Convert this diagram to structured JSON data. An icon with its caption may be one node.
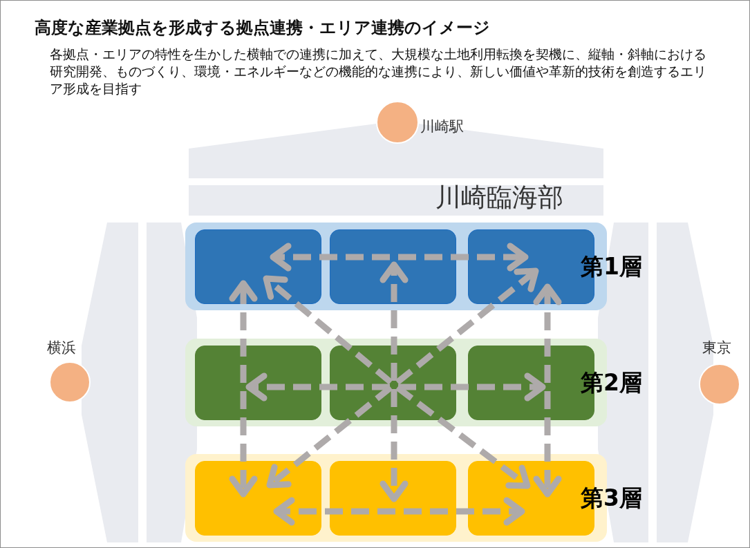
{
  "diagram": {
    "title": "高度な産業拠点を形成する拠点連携・エリア連携のイメージ",
    "caption": "各拠点・エリアの特性を生かした横軸での連携に加えて、大規模な土地利用転換を契機に、縦軸・斜軸における研究開発、ものづくり、環境・エネルギーなどの機能的な連携により、新しい価値や革新的技術を創造するエリア形成を目指す",
    "nodes": [
      {
        "text": [
          "第1層"
        ]
      },
      {
        "text": [],
        "shape": "box",
        "in": 0
      },
      {
        "text": [],
        "shape": "box",
        "in": 0
      },
      {
        "text": [],
        "shape": "box",
        "in": 0
      },
      {
        "text": [
          "第2層"
        ]
      },
      {
        "text": [],
        "shape": "box",
        "in": 4
      },
      {
        "text": [],
        "shape": "box",
        "in": 4
      },
      {
        "text": [],
        "shape": "box",
        "in": 4
      },
      {
        "text": [
          "第3層"
        ]
      },
      {
        "text": [],
        "shape": "box",
        "in": 8
      },
      {
        "text": [],
        "shape": "box",
        "in": 8
      },
      {
        "text": [],
        "shape": "box",
        "in": 8
      }
    ],
    "edges": [
      {
        "from": 2,
        "to": 1,
        "arrow": "to",
        "style": "dashed"
      },
      {
        "from": 2,
        "to": 3,
        "arrow": "to",
        "style": "dashed"
      },
      {
        "from": 6,
        "to": 1,
        "arrow": "to",
        "style": "dashed"
      },
      {
        "from": 6,
        "to": 2,
        "arrow": "to",
        "style": "dashed"
      },
      {
        "from": 6,
        "to": 3,
        "arrow": "to",
        "style": "dashed"
      },
      {
        "from": 6,
        "to": 5,
        "arrow": "to",
        "style": "dashed"
      },
      {
        "from": 6,
        "to": 7,
        "arrow": "to",
        "style": "dashed"
      },
      {
        "from": 6,
        "to": 9,
        "arrow": "to",
        "style": "dashed"
      },
      {
        "from": 6,
        "to": 10,
        "arrow": "to",
        "style": "dashed"
      },
      {
        "from": 6,
        "to": 11,
        "arrow": "to",
        "style": "dashed"
      },
      {
        "from": 5,
        "to": 1,
        "arrow": "to",
        "style": "dashed"
      },
      {
        "from": 5,
        "to": 9,
        "arrow": "to",
        "style": "dashed"
      },
      {
        "from": 7,
        "to": 3,
        "arrow": "to",
        "style": "dashed"
      },
      {
        "from": 7,
        "to": 11,
        "arrow": "to",
        "style": "dashed"
      },
      {
        "from": 10,
        "to": 9,
        "arrow": "to",
        "style": "dashed"
      },
      {
        "from": 10,
        "to": 11,
        "arrow": "to",
        "style": "dashed"
      }
    ],
    "labels": [
      "川崎駅",
      "川崎臨海部",
      "横浜",
      "東京"
    ]
  }
}
